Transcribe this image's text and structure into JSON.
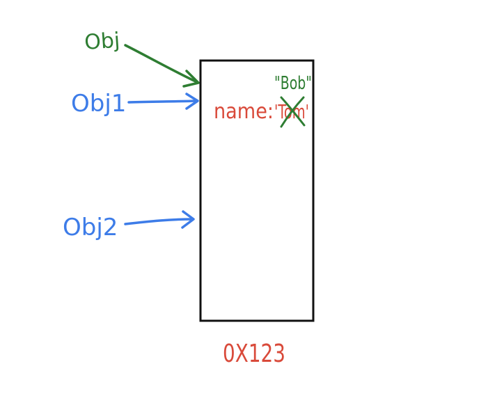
{
  "labels": {
    "obj": "Obj",
    "obj1": "Obj1",
    "obj2": "Obj2",
    "property_key": "name:",
    "old_value": "'Tom'",
    "new_value": "\"Bob\"",
    "address": "0X123"
  },
  "colors": {
    "green": "#2e7d32",
    "blue": "#3d7ce8",
    "red": "#d94a3a",
    "black": "#111111",
    "background": "#ffffff"
  }
}
